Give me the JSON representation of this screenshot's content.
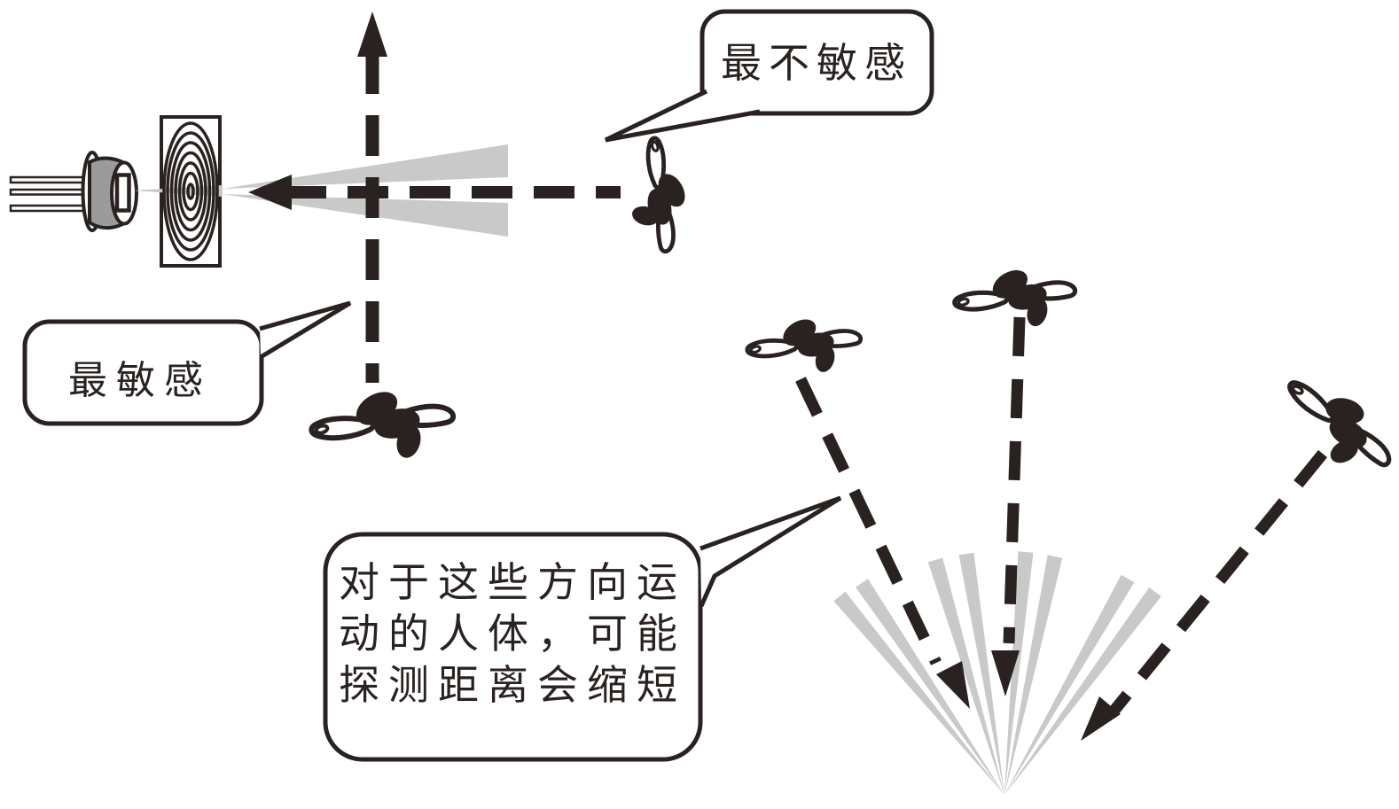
{
  "callouts": {
    "least_sensitive": {
      "text": "最不敏感"
    },
    "most_sensitive": {
      "text": "最敏感"
    },
    "note": {
      "lines": [
        "对于这些方向运",
        "动的人体，可能",
        "探测距离会缩短"
      ]
    }
  },
  "colors": {
    "ink": "#292220",
    "beam": "#c9c9c9",
    "can_gray": "#9b9b9b",
    "background": "#ffffff"
  },
  "icons": {
    "pir-sensor-icon": "pyroelectric sensor can with three leads",
    "fresnel-lens-icon": "lens panel with concentric rings",
    "walking-person-icon": "top view of walking human figure",
    "detection-beam-wedge": "gray sensitivity beam",
    "motion-arrow": "dashed direction-of-motion arrow"
  }
}
